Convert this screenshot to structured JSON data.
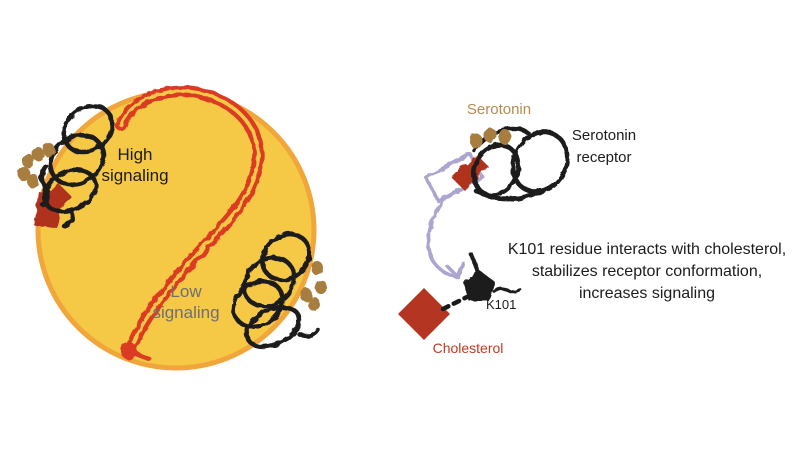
{
  "colors": {
    "membrane_fill": "#F5C846",
    "membrane_stroke": "#F0A63A",
    "question_red": "#DB3A20",
    "coil_black": "#1A1A1A",
    "serotonin_brown": "#A87E40",
    "serotonin_label_tan": "#B78B4F",
    "brick_red": "#AE301F",
    "cholesterol_red": "#B53523",
    "cholesterol_label_red": "#C53A1E",
    "lavender": "#ABA5CF",
    "gray_label": "#6F6F6F",
    "text_black": "#1C1C1C"
  },
  "left_panel": {
    "high_label": "High signaling",
    "low_label": "Low signaling"
  },
  "right_panel": {
    "serotonin_label": "Serotonin",
    "receptor_label": "Serotonin receptor",
    "k101_label": "K101",
    "cholesterol_label": "Cholesterol",
    "caption_lines": [
      "K101 residue interacts with cholesterol,",
      "stabilizes receptor conformation,",
      "increases signaling"
    ]
  }
}
